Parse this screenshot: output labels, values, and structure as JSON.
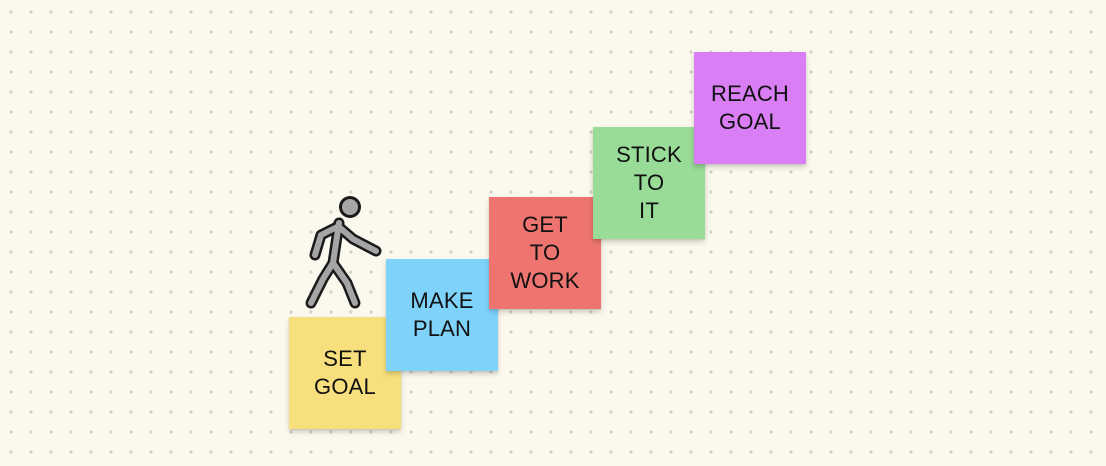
{
  "steps": [
    {
      "label": "SET\nGOAL",
      "color": "#f8df7e"
    },
    {
      "label": "MAKE\nPLAN",
      "color": "#7fd3fb"
    },
    {
      "label": "GET\nTO\nWORK",
      "color": "#ee756f"
    },
    {
      "label": "STICK\nTO\nIT",
      "color": "#98dc98"
    },
    {
      "label": "REACH\nGOAL",
      "color": "#d97ef5"
    }
  ],
  "icons": {
    "walker": "person-walking-icon"
  },
  "colors": {
    "background": "#fbf8ed",
    "dots": "#d3d0c4",
    "walker_fill": "#a5a5a5",
    "walker_outline": "#1a1a1a"
  }
}
